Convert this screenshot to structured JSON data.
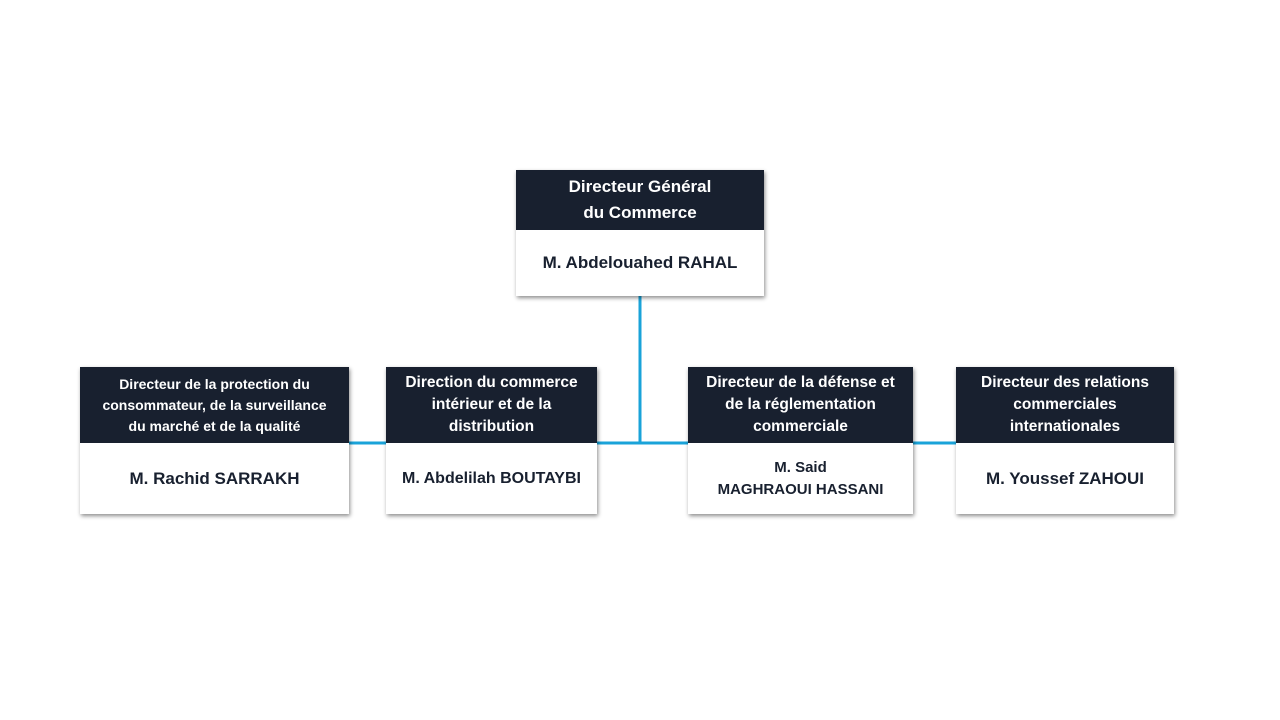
{
  "colors": {
    "header_bg": "#18202f",
    "connector": "#1aa3d9",
    "body_text": "#18202f"
  },
  "top": {
    "title": "Directeur Général\ndu Commerce",
    "name": "M. Abdelouahed  RAHAL"
  },
  "directors": [
    {
      "title": "Directeur de la protection du\nconsommateur, de la surveillance\ndu marché et de la qualité",
      "name": "M. Rachid  SARRAKH"
    },
    {
      "title": "Direction du commerce\nintérieur et de la\ndistribution",
      "name": "M. Abdelilah BOUTAYBI"
    },
    {
      "title": "Directeur de la défense et\nde la réglementation\ncommerciale",
      "name": "M. Said\nMAGHRAOUI HASSANI"
    },
    {
      "title": "Directeur des relations\ncommerciales\ninternationales",
      "name": "M. Youssef  ZAHOUI"
    }
  ]
}
